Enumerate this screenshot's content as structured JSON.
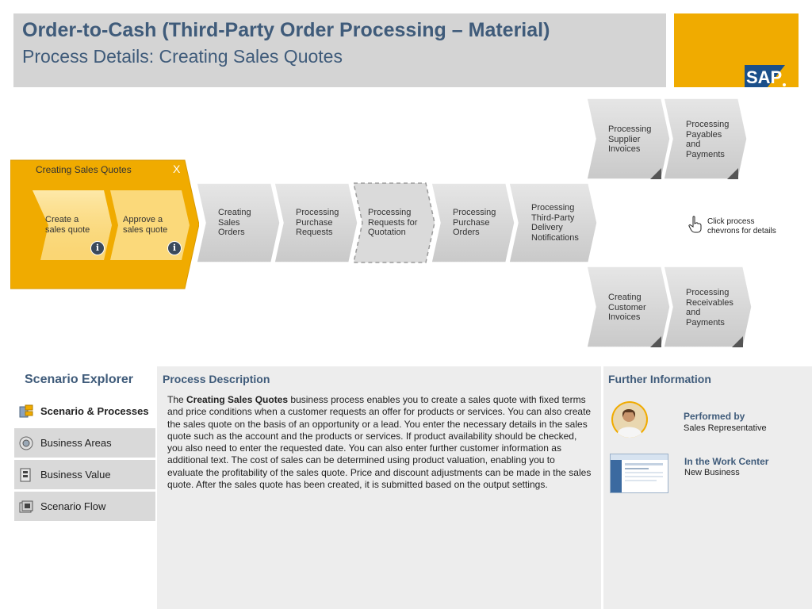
{
  "header": {
    "title": "Order-to-Cash (Third-Party Order Processing – Material)",
    "subtitle": "Process Details: Creating Sales Quotes",
    "logo_text": "SAP",
    "brand_color": "#f0ab00",
    "title_color": "#3f5b7a"
  },
  "flow": {
    "active_group": {
      "title": "Creating Sales Quotes",
      "close": "X",
      "steps": [
        {
          "label_line1": "Create a",
          "label_line2": "sales quote",
          "icon": "info-icon"
        },
        {
          "label_line1": "Approve a",
          "label_line2": "sales quote",
          "icon": "info-icon"
        }
      ]
    },
    "chevrons": {
      "creating_sales_orders": [
        "Creating",
        "Sales",
        "Orders"
      ],
      "processing_purchase_requests": [
        "Processing",
        "Purchase",
        "Requests"
      ],
      "processing_requests_for_quotation": [
        "Processing",
        "Requests for",
        "Quotation"
      ],
      "processing_purchase_orders": [
        "Processing",
        "Purchase",
        "Orders"
      ],
      "processing_third_party_delivery": [
        "Processing",
        "Third-Party",
        "Delivery",
        "Notifications"
      ],
      "processing_supplier_invoices": [
        "Processing",
        "Supplier",
        "Invoices"
      ],
      "processing_payables": [
        "Processing",
        "Payables",
        "and",
        "Payments"
      ],
      "creating_customer_invoices": [
        "Creating",
        "Customer",
        "Invoices"
      ],
      "processing_receivables": [
        "Processing",
        "Receivables",
        "and",
        "Payments"
      ]
    },
    "hint": {
      "line1": "Click process",
      "line2": "chevrons for details",
      "icon": "hand-pointer-icon"
    }
  },
  "explorer": {
    "title": "Scenario Explorer",
    "items": [
      {
        "label": "Scenario & Processes",
        "icon": "scenario-processes-icon",
        "selected": true
      },
      {
        "label": "Business Areas",
        "icon": "business-areas-icon",
        "selected": false
      },
      {
        "label": "Business Value",
        "icon": "business-value-icon",
        "selected": false
      },
      {
        "label": "Scenario Flow",
        "icon": "scenario-flow-icon",
        "selected": false
      }
    ]
  },
  "description": {
    "title": "Process Description",
    "lead": "The ",
    "bold": "Creating Sales Quotes",
    "text": " business process enables you to create a sales quote with fixed terms and price conditions when a customer requests an offer for products or services. You can also create the sales quote on the basis of an opportunity or a lead. You enter the necessary details in the sales quote such as the account and the products or services. If product availability should be checked, you also need to enter the requested date. You can also enter further customer information as additional text. The cost of sales can be determined using product valuation, enabling you to evaluate the profitability of the sales quote. Price and discount adjustments can be made in the sales quote. After the sales quote has been created, it is submitted based on the output settings."
  },
  "further_info": {
    "title": "Further Information",
    "performed_by_label": "Performed by",
    "performed_by_value": "Sales Representative",
    "work_center_label": "In the Work Center",
    "work_center_value": "New Business"
  }
}
